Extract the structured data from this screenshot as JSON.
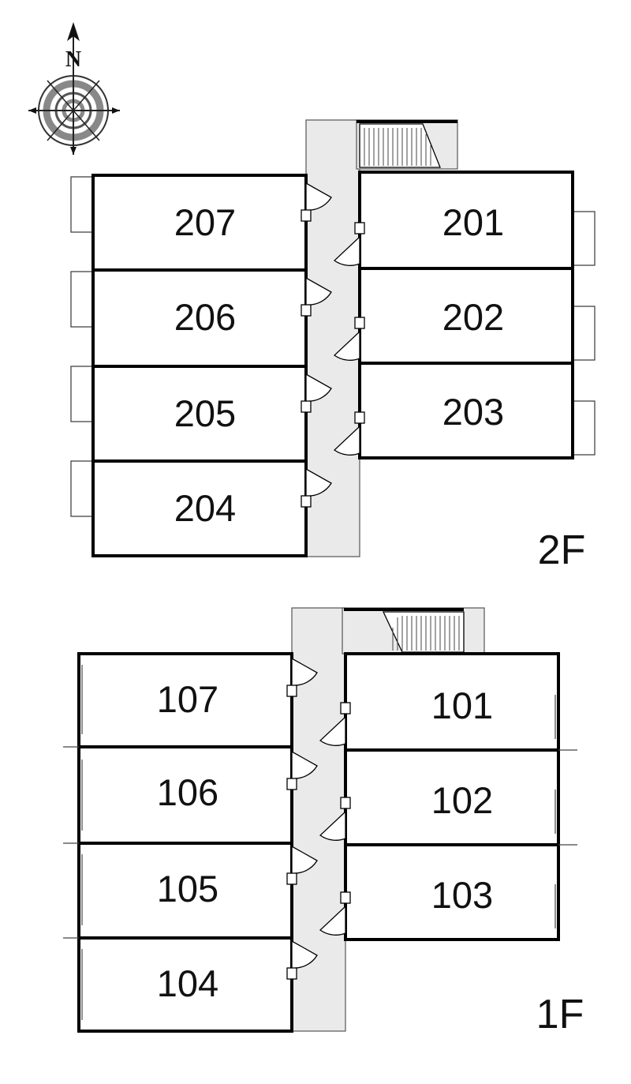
{
  "compass": {
    "north_label": "N"
  },
  "floors": [
    {
      "label": "2F",
      "left_rooms": [
        "207",
        "206",
        "205",
        "204"
      ],
      "right_rooms": [
        "201",
        "202",
        "203"
      ]
    },
    {
      "label": "1F",
      "left_rooms": [
        "107",
        "106",
        "105",
        "104"
      ],
      "right_rooms": [
        "101",
        "102",
        "103"
      ]
    }
  ]
}
